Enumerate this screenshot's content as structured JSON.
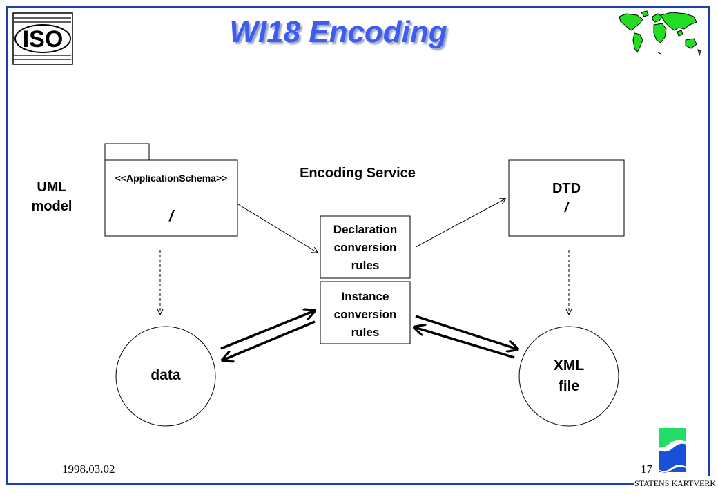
{
  "slide": {
    "title": "WI18 Encoding",
    "date": "1998.03.02",
    "page_number": "17",
    "iso_logo_text": "ISO",
    "org_logo_text": "STATENS KARTVERK"
  },
  "diagram": {
    "uml_model_label": [
      "UML",
      "model"
    ],
    "application_schema_stereotype": "<<ApplicationSchema>>",
    "application_schema_name": "/",
    "encoding_service_label": "Encoding Service",
    "declaration_rules": [
      "Declaration",
      "conversion",
      "rules"
    ],
    "instance_rules": [
      "Instance",
      "conversion",
      "rules"
    ],
    "dtd_label": [
      "DTD",
      "/"
    ],
    "data_label": "data",
    "xml_file_label": [
      "XML",
      "file"
    ]
  },
  "colors": {
    "frame_border": "#1f3fa8",
    "title": "#3d5cf0",
    "world_land": "#22dd22",
    "logo_blue": "#1a4fd8",
    "logo_green": "#22dd66"
  }
}
